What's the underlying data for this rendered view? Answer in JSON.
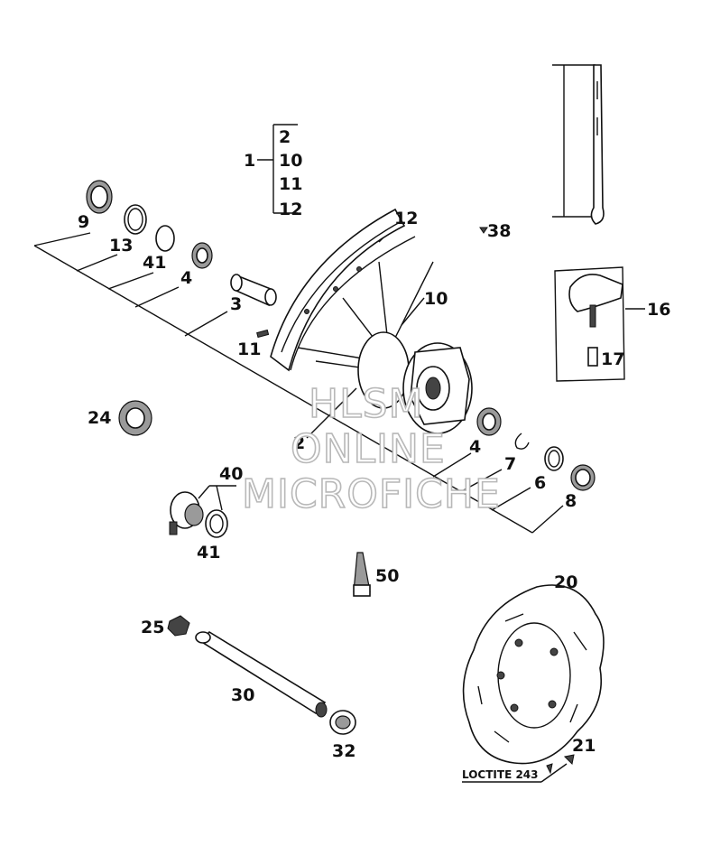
{
  "labels": {
    "p1": "1",
    "p2a": "2",
    "p2b": "2",
    "p3": "3",
    "p4a": "4",
    "p4b": "4",
    "p6": "6",
    "p7": "7",
    "p8": "8",
    "p9": "9",
    "p10a": "10",
    "p10b": "10",
    "p11a": "11",
    "p11b": "11",
    "p12a": "12",
    "p12b": "12",
    "p13": "13",
    "p16": "16",
    "p17": "17",
    "p20": "20",
    "p21": "21",
    "p24": "24",
    "p25": "25",
    "p30": "30",
    "p32": "32",
    "p38": "38",
    "p40": "40",
    "p41a": "41",
    "p41b": "41",
    "p50": "50"
  },
  "loctite": "LOCTITE 243",
  "watermark": [
    "HLSM",
    "ONLINE",
    "MICROFICHE"
  ]
}
